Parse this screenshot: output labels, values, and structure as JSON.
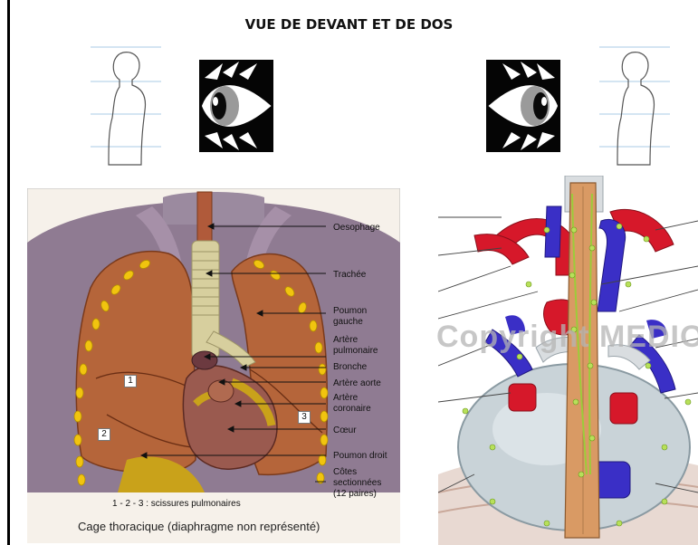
{
  "title": "VUE DE DEVANT ET DE DOS",
  "front_diagram": {
    "labels": {
      "oesophage": "Oesophage",
      "trachee": "Trachée",
      "poumon_gauche_1": "Poumon",
      "poumon_gauche_2": "gauche",
      "artere_pulmonaire_1": "Artère",
      "artere_pulmonaire_2": "pulmonaire",
      "bronche": "Bronche",
      "artere_aorte": "Artère aorte",
      "artere_coronaire_1": "Artère",
      "artere_coronaire_2": "coronaire",
      "coeur": "Cœur",
      "poumon_droit": "Poumon droit",
      "cotes_1": "Côtes",
      "cotes_2": "sectionnées",
      "cotes_3": "(12 paires)"
    },
    "numbers": [
      "1",
      "2",
      "3"
    ],
    "caption_fissures": "1 - 2 - 3 : scissures pulmonaires",
    "caption_main": "Cage thoracique (diaphragme non représenté)"
  },
  "back_diagram": {
    "watermark": "Copyright MEDIOS"
  },
  "icons": {
    "silhouette_left": "human-silhouette-facing-right-icon",
    "eye_left": "eye-looking-right-icon",
    "eye_right": "eye-looking-left-icon",
    "silhouette_right": "human-silhouette-facing-right-icon"
  },
  "colors": {
    "lung": "#b5653a",
    "trachea": "#d7cf9e",
    "heart": "#9a5a4f",
    "fat": "#c9a21a",
    "rib_marker": "#f1c40f",
    "artery": "#d6182a",
    "vein": "#3a2fc6",
    "heart_back": "#c9d3d8",
    "esophagus_back": "#d99a64",
    "nerve": "#9ccc3a"
  }
}
